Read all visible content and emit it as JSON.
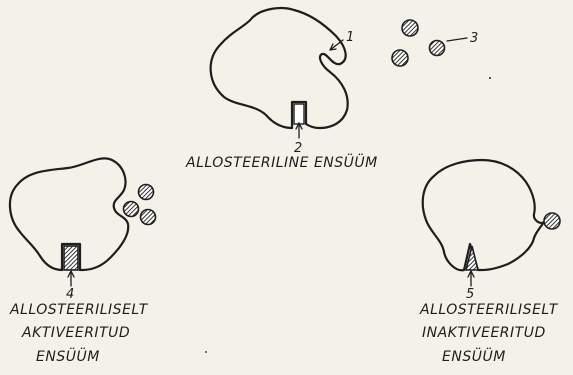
{
  "callouts": {
    "n1": "1",
    "n2": "2",
    "n3": "3",
    "n4": "4",
    "n5": "5"
  },
  "labels": {
    "top": "ALLOSTEERILINE ENSÜÜM",
    "left": [
      "ALLOSTEERILISELT",
      "AKTIVEERITUD",
      "ENSÜÜM"
    ],
    "right": [
      "ALLOSTEERILISELT",
      "INAKTIVEERITUD",
      "ENSÜÜM"
    ]
  },
  "colors": {
    "ink": "#1e1e1e",
    "paper": "#f4f1e8"
  }
}
